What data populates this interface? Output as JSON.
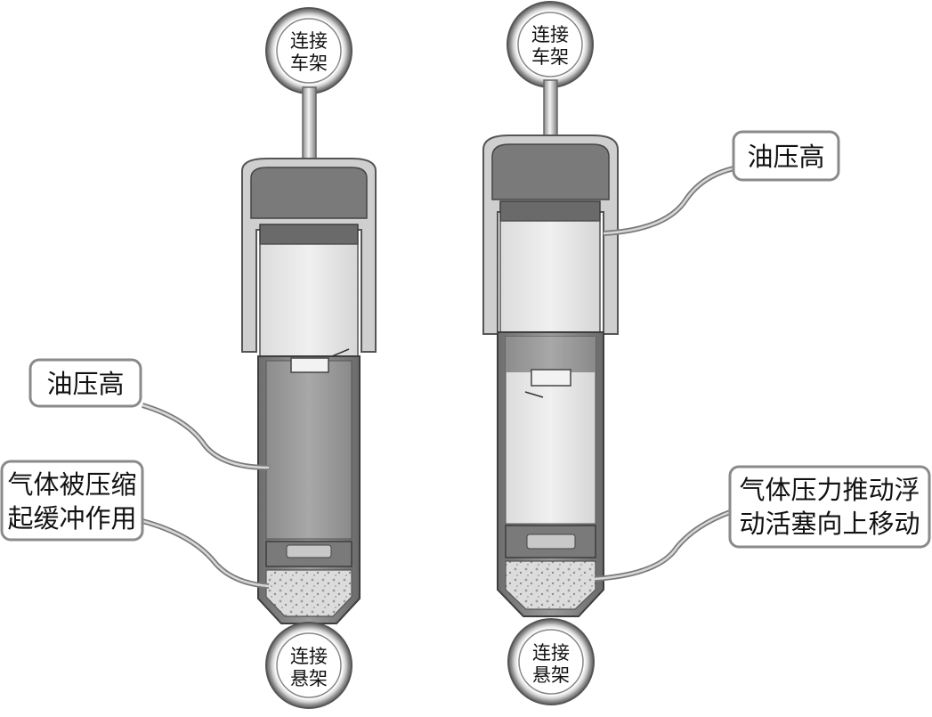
{
  "left_absorber": {
    "top_mount": {
      "line1": "连接",
      "line2": "车架"
    },
    "bottom_mount": {
      "line1": "连接",
      "line2": "悬架"
    },
    "oil_label": "油压高",
    "gas_label": {
      "line1": "气体被压缩",
      "line2": "起缓冲作用"
    }
  },
  "right_absorber": {
    "top_mount": {
      "line1": "连接",
      "line2": "车架"
    },
    "bottom_mount": {
      "line1": "连接",
      "line2": "悬架"
    },
    "oil_label": "油压高",
    "gas_label": {
      "line1": "气体压力推动浮",
      "line2": "动活塞向上移动"
    }
  }
}
